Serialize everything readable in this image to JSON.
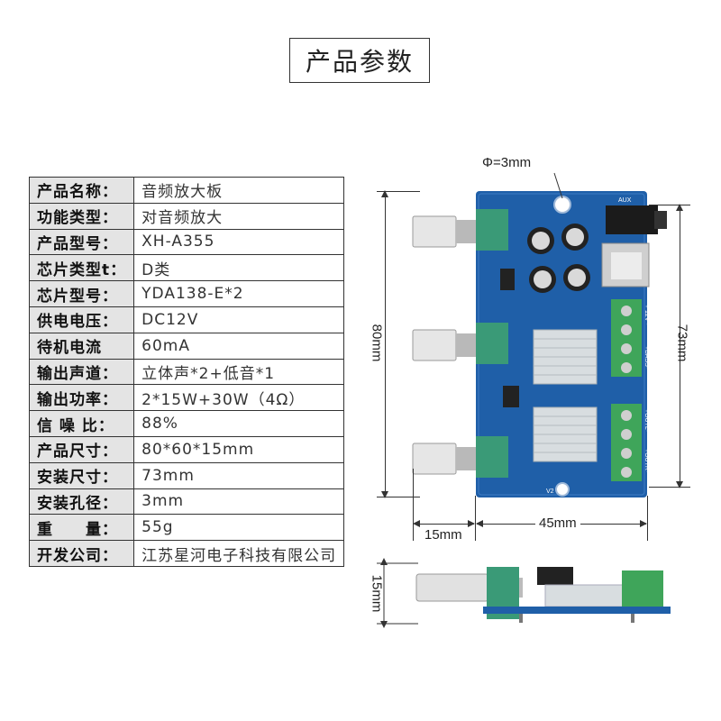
{
  "title": "产品参数",
  "specs": [
    {
      "key": "产品名称：",
      "value": "音频放大板"
    },
    {
      "key": "功能类型：",
      "value": "对音频放大"
    },
    {
      "key": "产品型号：",
      "value": "XH-A355"
    },
    {
      "key": "芯片类型t：",
      "value": "D类"
    },
    {
      "key": "芯片型号：",
      "value": "YDA138-E*2"
    },
    {
      "key": "供电电压：",
      "value": "DC12V"
    },
    {
      "key": "待机电流",
      "value": "60mA"
    },
    {
      "key": "输出声道：",
      "value": "立体声*2+低音*1"
    },
    {
      "key": "输出功率：",
      "value": "2*15W+30W（4Ω）"
    },
    {
      "key": "信 噪 比：",
      "value": "88%"
    },
    {
      "key": "产品尺寸：",
      "value": "80*60*15mm"
    },
    {
      "key": "安装尺寸：",
      "value": "73mm"
    },
    {
      "key": "安装孔径：",
      "value": "3mm"
    },
    {
      "key": "重　　量：",
      "value": "55g"
    },
    {
      "key": "开发公司：",
      "value": "江苏星河电子科技有限公司"
    }
  ],
  "dimensions": {
    "hole": "Φ=3mm",
    "height": "80mm",
    "mount": "73mm",
    "offset": "15mm",
    "width": "45mm",
    "thickness": "15mm"
  },
  "board_labels": {
    "aux": "AUX",
    "v2": "V2",
    "power": "+ 12V -",
    "bass": "+BASS-",
    "outl": "+OUTL-",
    "outr": "+OUTR-"
  },
  "colors": {
    "pcb": "#1f5fa8",
    "knob_body": "#3a9a77",
    "terminal": "#3fa55a",
    "heatsink": "#d8dde0"
  }
}
